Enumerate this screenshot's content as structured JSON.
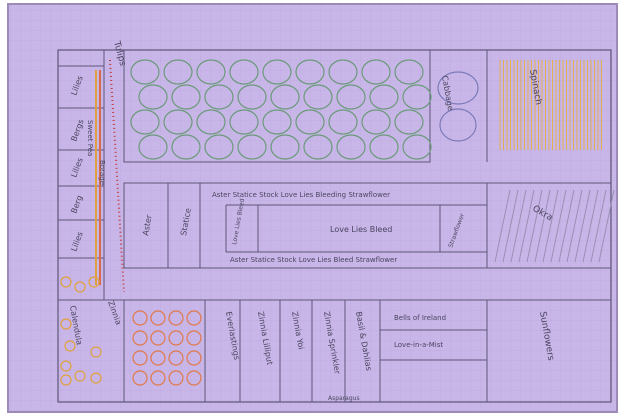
{
  "paper": {
    "color": "#c9b6e8",
    "grid_color": "#b7a3d9",
    "line_color": "#5d5678"
  },
  "labels": {
    "vertical_top_left": "Tulips",
    "left_column": [
      "Lilies",
      "Bergs",
      "Lilies",
      "Berg",
      "Lilies"
    ],
    "left_column_2": "Sweet Pea",
    "left_column_3": "Borage",
    "mid_left_1": "Aster",
    "mid_left_2": "Statice",
    "mid_band_top": "Aster   Statice   Stock   Love Lies Bleeding   Strawflower",
    "mid_inner_1": "Love Lies Bleed",
    "mid_inner_2": "Strawflower",
    "mid_inner_3": "Love Lies Bleed",
    "mid_band_bottom": "Aster  Statice  Stock  Love Lies Bleed  Strawflower",
    "cabbage": "Cabbage",
    "spinach": "Spinach",
    "okra": "Okra",
    "sunflower": "Sunflowers",
    "bottom_left": "Calendula",
    "bottom_left_2": "Zinnia",
    "bottom_mid": [
      "Everlastings",
      "Zinnia Lilliput",
      "Zinnia Yoi",
      "Zinnia Sprinkler",
      "Basil & Dahlias"
    ],
    "bottom_right_1": "Bells of Ireland",
    "bottom_right_2": "Love-in-a-Mist",
    "bottom_note": "Asparagus"
  }
}
